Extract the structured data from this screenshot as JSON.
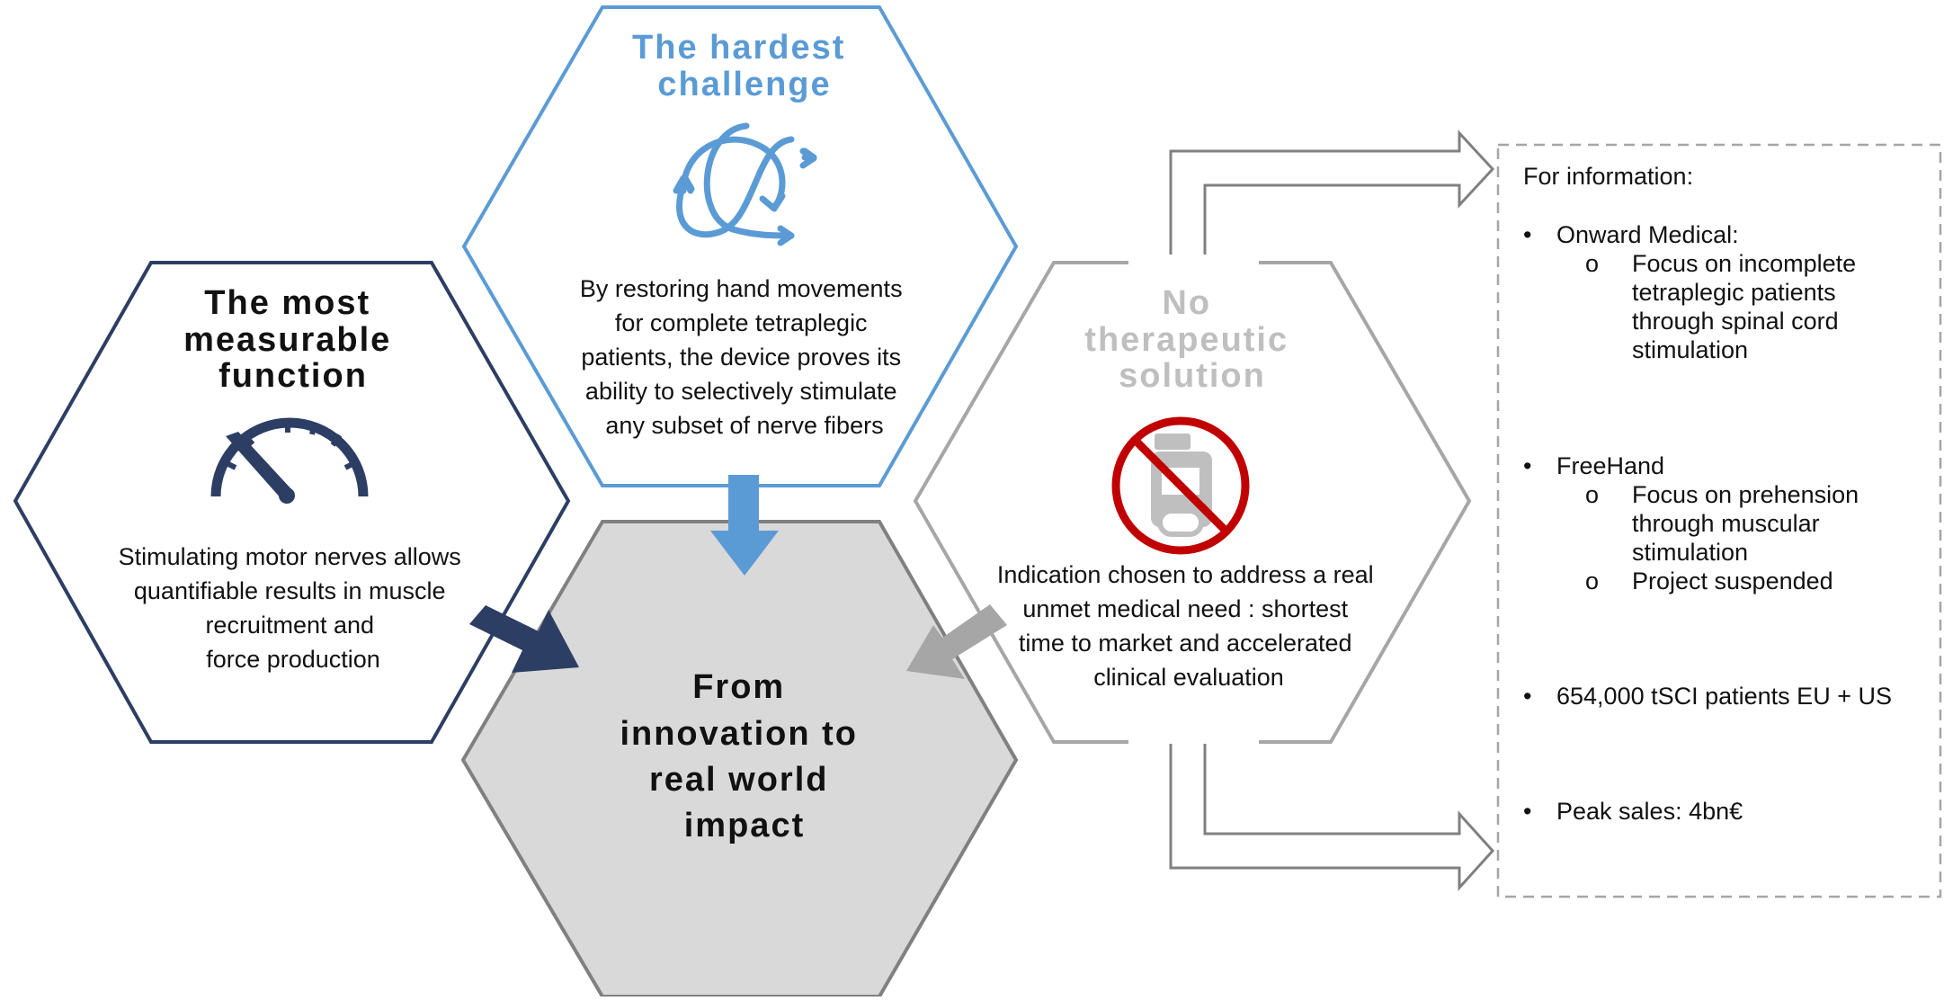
{
  "colors": {
    "navy": "#2c3e64",
    "blue": "#5b9bd5",
    "gray": "#a6a6a6",
    "dark_gray": "#808080",
    "center_fill": "#d9d9d9",
    "red": "#c00000"
  },
  "hexagons": {
    "left": {
      "title_lines": [
        "The most",
        "measurable",
        "function"
      ],
      "icon": "speedometer-icon",
      "text_lines": [
        "Stimulating motor nerves allows",
        "quantifiable results in muscle",
        "recruitment and",
        "force production"
      ]
    },
    "top": {
      "title_lines": [
        "The hardest",
        "challenge"
      ],
      "icon": "tangled-arrows-icon",
      "text_lines": [
        "By restoring hand movements",
        "for complete tetraplegic",
        "patients, the device proves its",
        "ability to selectively stimulate",
        "any subset of nerve fibers"
      ]
    },
    "right": {
      "title_lines": [
        "No",
        "therapeutic",
        "solution"
      ],
      "icon": "no-medication-icon",
      "text_lines": [
        "Indication chosen to address a real",
        "unmet medical need : shortest",
        "time to market and accelerated",
        "clinical evaluation"
      ]
    },
    "center": {
      "title_lines": [
        "From",
        "innovation to",
        "real world",
        "impact"
      ]
    }
  },
  "info_box": {
    "heading": "For information:",
    "items": [
      {
        "label": "Onward Medical:",
        "sub": [
          "Focus on incomplete",
          "tetraplegic patients",
          "through spinal cord",
          "stimulation"
        ]
      },
      {
        "label": "FreeHand",
        "sub_a": [
          "Focus on prehension",
          "through muscular",
          "stimulation"
        ],
        "sub_b": [
          "Project suspended"
        ]
      },
      {
        "label": "654,000 tSCI patients EU + US"
      },
      {
        "label": "Peak sales: 4bn€"
      }
    ]
  }
}
